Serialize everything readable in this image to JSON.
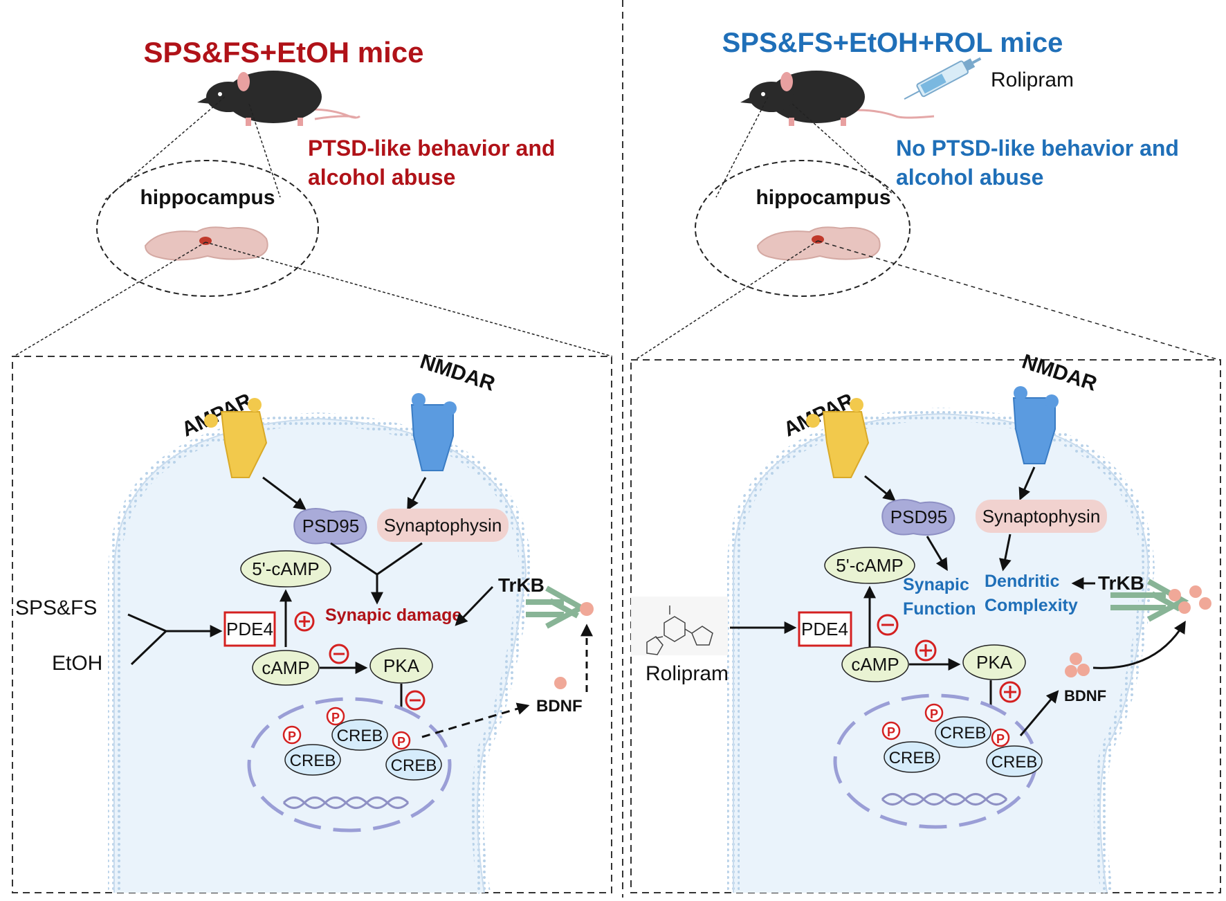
{
  "colors": {
    "left_title": "#b01218",
    "right_title": "#1f6fb8",
    "ampar": "#f2c94c",
    "nmdar": "#5b9be0",
    "psd95": "#a9abd9",
    "synaptophysin": "#f1d2cf",
    "node_green": "#e9f3d3",
    "creb": "#d6ecfb",
    "phospho_red": "#d22020",
    "trkb": "#88b496",
    "bdnf": "#f0a898",
    "cell_fill": "#eaf3fb",
    "membrane": "#b9d2e9"
  },
  "left": {
    "title": "SPS&FS+EtOH mice",
    "phenotype_line1": "PTSD-like behavior and",
    "phenotype_line2": "alcohol abuse",
    "region": "hippocampus",
    "ampar": "AMPAR",
    "nmdar": "NMDAR",
    "psd95": "PSD95",
    "synaptophysin": "Synaptophysin",
    "camp5": "5'-cAMP",
    "camp": "cAMP",
    "pka": "PKA",
    "pde4": "PDE4",
    "stim1": "SPS&FS",
    "stim2": "EtOH",
    "outcome": "Synapic damage",
    "trkb": "TrKB",
    "bdnf": "BDNF",
    "creb": "CREB",
    "p": "P"
  },
  "right": {
    "title": "SPS&FS+EtOH+ROL mice",
    "drug_top": "Rolipram",
    "phenotype_line1": "No PTSD-like behavior and",
    "phenotype_line2": "alcohol abuse",
    "region": "hippocampus",
    "ampar": "AMPAR",
    "nmdar": "NMDAR",
    "psd95": "PSD95",
    "synaptophysin": "Synaptophysin",
    "camp5": "5'-cAMP",
    "camp": "cAMP",
    "pka": "PKA",
    "pde4": "PDE4",
    "drug": "Rolipram",
    "outcome1_line1": "Synapic",
    "outcome1_line2": "Function",
    "outcome2_line1": "Dendritic",
    "outcome2_line2": "Complexity",
    "trkb": "TrKB",
    "bdnf": "BDNF",
    "creb": "CREB",
    "p": "P"
  }
}
